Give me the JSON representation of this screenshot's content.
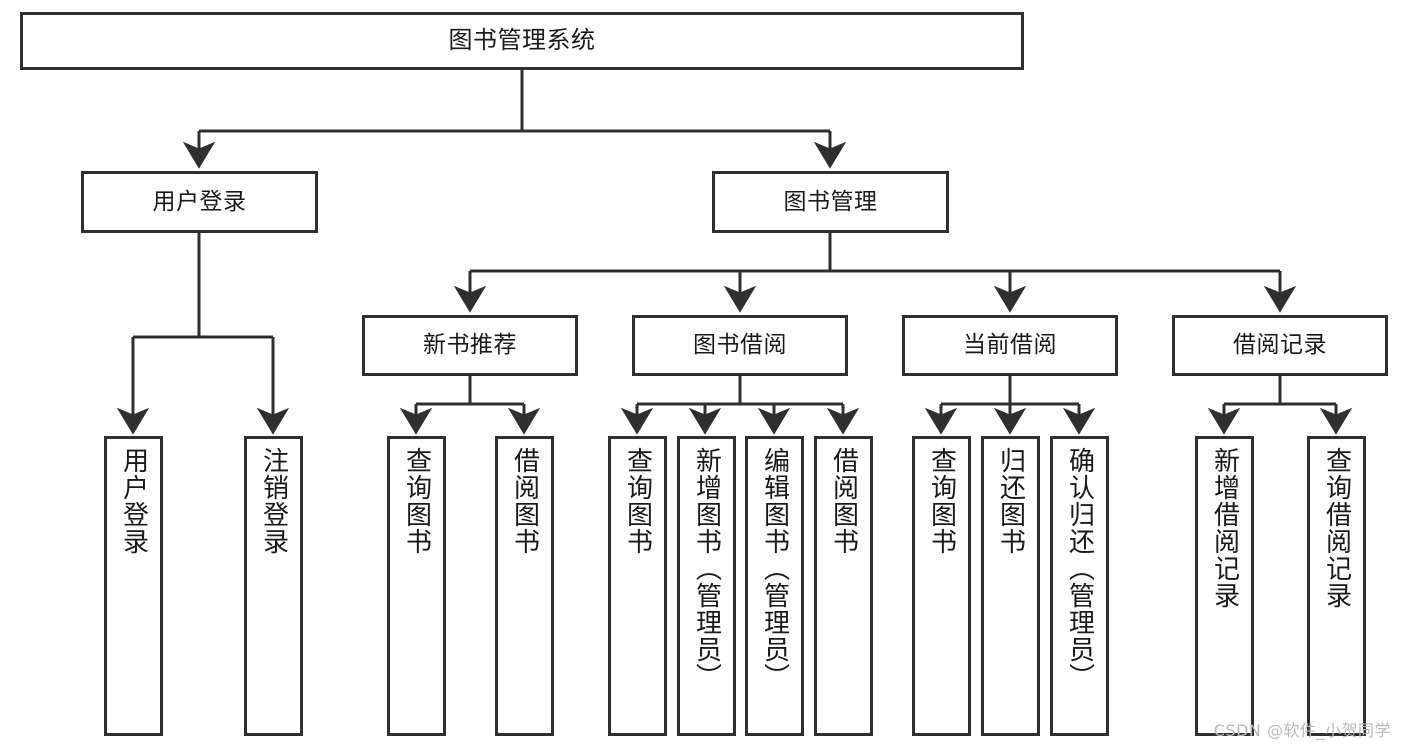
{
  "diagram": {
    "title": "图书管理系统",
    "watermark": "CSDN @软件_小贺同学",
    "line_color": "#2f2f2f",
    "box_fill": "#ffffff",
    "text_color": "#1a1a1a",
    "watermark_color": "#b9b9b9"
  },
  "nodes": {
    "root": {
      "label": "图书管理系统"
    },
    "level2": [
      {
        "id": "user-login",
        "label": "用户登录"
      },
      {
        "id": "book-manage",
        "label": "图书管理"
      }
    ],
    "level3": [
      {
        "id": "new-book-recommend",
        "label": "新书推荐"
      },
      {
        "id": "book-borrow",
        "label": "图书借阅"
      },
      {
        "id": "current-borrow",
        "label": "当前借阅"
      },
      {
        "id": "borrow-record",
        "label": "借阅记录"
      }
    ],
    "leaves": {
      "user-login": [
        {
          "id": "leaf-user-login",
          "label": "用户登录"
        },
        {
          "id": "leaf-logout",
          "label": "注销登录"
        }
      ],
      "new-book-recommend": [
        {
          "id": "leaf-query-book-1",
          "label": "查询图书"
        },
        {
          "id": "leaf-borrow-book-1",
          "label": "借阅图书"
        }
      ],
      "book-borrow": [
        {
          "id": "leaf-query-book-2",
          "label": "查询图书"
        },
        {
          "id": "leaf-add-book",
          "label": "新增图书（管理员）"
        },
        {
          "id": "leaf-edit-book",
          "label": "编辑图书（管理员）"
        },
        {
          "id": "leaf-borrow-book-2",
          "label": "借阅图书"
        }
      ],
      "current-borrow": [
        {
          "id": "leaf-query-book-3",
          "label": "查询图书"
        },
        {
          "id": "leaf-return-book",
          "label": "归还图书"
        },
        {
          "id": "leaf-confirm-return",
          "label": "确认归还（管理员）"
        }
      ],
      "borrow-record": [
        {
          "id": "leaf-add-record",
          "label": "新增借阅记录"
        },
        {
          "id": "leaf-query-record",
          "label": "查询借阅记录"
        }
      ]
    }
  }
}
